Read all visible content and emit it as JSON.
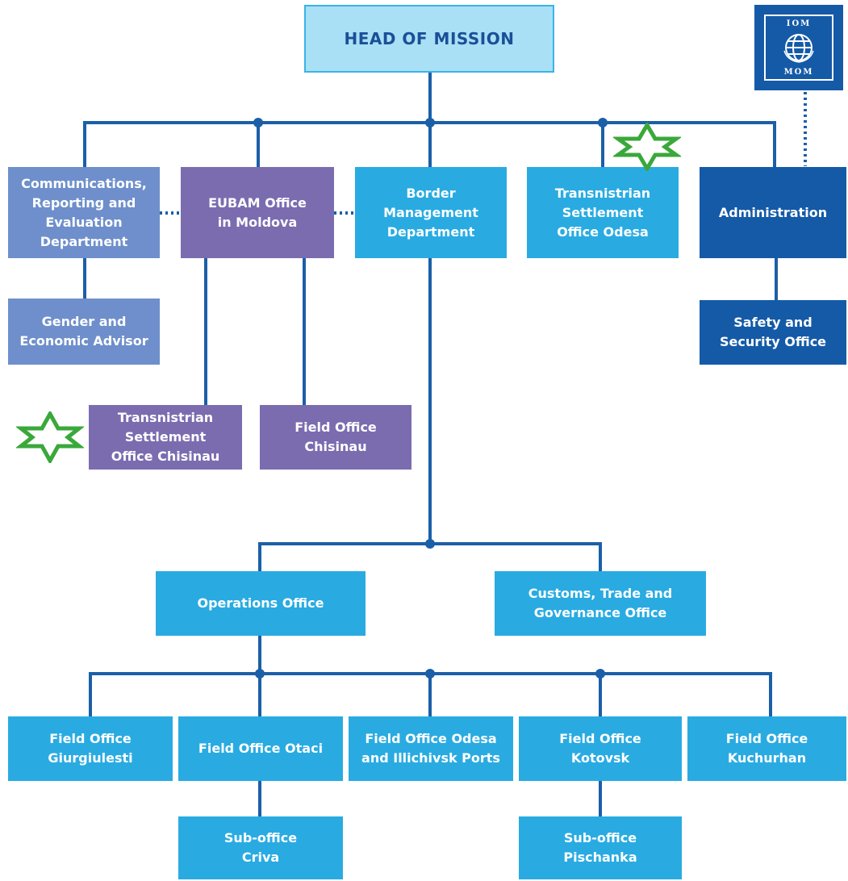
{
  "chart_data": {
    "type": "org-chart",
    "root": "HEAD OF MISSION",
    "logo_text": {
      "top": "IOM",
      "bottom": "MOM"
    },
    "nodes": [
      {
        "id": "head_of_mission",
        "label": "HEAD OF MISSION",
        "color": "#a9e0f5"
      },
      {
        "id": "communications",
        "label": "Communications,\nReporting and\nEvaluation\nDepartment",
        "color": "#6e8fcb"
      },
      {
        "id": "eubam_moldova",
        "label": "EUBAM Office\nin Moldova",
        "color": "#7b6cb0"
      },
      {
        "id": "border_mgmt",
        "label": "Border\nManagement\nDepartment",
        "color": "#29abe2"
      },
      {
        "id": "ts_odesa",
        "label": "Transnistrian\nSettlement\nOffice Odesa",
        "color": "#29abe2",
        "marker": "star"
      },
      {
        "id": "administration",
        "label": "Administration",
        "color": "#155aa7"
      },
      {
        "id": "gender_advisor",
        "label": "Gender and\nEconomic Advisor",
        "color": "#6e8fcb"
      },
      {
        "id": "safety_security",
        "label": "Safety and\nSecurity Office",
        "color": "#155aa7"
      },
      {
        "id": "ts_chisinau",
        "label": "Transnistrian\nSettlement\nOffice Chisinau",
        "color": "#7b6cb0",
        "marker": "star"
      },
      {
        "id": "fo_chisinau",
        "label": "Field Office\nChisinau",
        "color": "#7b6cb0"
      },
      {
        "id": "operations",
        "label": "Operations Office",
        "color": "#29abe2"
      },
      {
        "id": "customs_trade",
        "label": "Customs, Trade and\nGovernance Office",
        "color": "#29abe2"
      },
      {
        "id": "fo_giurgiulesti",
        "label": "Field Office\nGiurgiulesti",
        "color": "#29abe2"
      },
      {
        "id": "fo_otaci",
        "label": "Field Office Otaci",
        "color": "#29abe2"
      },
      {
        "id": "fo_odesa_ports",
        "label": "Field Office Odesa\nand Illichivsk Ports",
        "color": "#29abe2"
      },
      {
        "id": "fo_kotovsk",
        "label": "Field Office\nKotovsk",
        "color": "#29abe2"
      },
      {
        "id": "fo_kuchurhan",
        "label": "Field Office\nKuchurhan",
        "color": "#29abe2"
      },
      {
        "id": "sub_criva",
        "label": "Sub-office\nCriva",
        "color": "#29abe2"
      },
      {
        "id": "sub_pischanka",
        "label": "Sub-office\nPischanka",
        "color": "#29abe2"
      }
    ],
    "edges": [
      {
        "from": "head_of_mission",
        "to": "communications"
      },
      {
        "from": "head_of_mission",
        "to": "eubam_moldova"
      },
      {
        "from": "head_of_mission",
        "to": "border_mgmt"
      },
      {
        "from": "head_of_mission",
        "to": "ts_odesa"
      },
      {
        "from": "head_of_mission",
        "to": "administration"
      },
      {
        "from": "communications",
        "to": "gender_advisor"
      },
      {
        "from": "eubam_moldova",
        "to": "ts_chisinau"
      },
      {
        "from": "eubam_moldova",
        "to": "fo_chisinau"
      },
      {
        "from": "administration",
        "to": "safety_security"
      },
      {
        "from": "border_mgmt",
        "to": "operations"
      },
      {
        "from": "border_mgmt",
        "to": "customs_trade"
      },
      {
        "from": "operations",
        "to": "fo_giurgiulesti"
      },
      {
        "from": "operations",
        "to": "fo_otaci"
      },
      {
        "from": "operations",
        "to": "fo_odesa_ports"
      },
      {
        "from": "operations",
        "to": "fo_kotovsk"
      },
      {
        "from": "operations",
        "to": "fo_kuchurhan"
      },
      {
        "from": "fo_otaci",
        "to": "sub_criva"
      },
      {
        "from": "fo_kotovsk",
        "to": "sub_pischanka"
      }
    ],
    "dotted_links": [
      {
        "from": "communications",
        "to": "eubam_moldova"
      },
      {
        "from": "eubam_moldova",
        "to": "border_mgmt"
      },
      {
        "from": "administration",
        "to": "logo"
      }
    ]
  }
}
